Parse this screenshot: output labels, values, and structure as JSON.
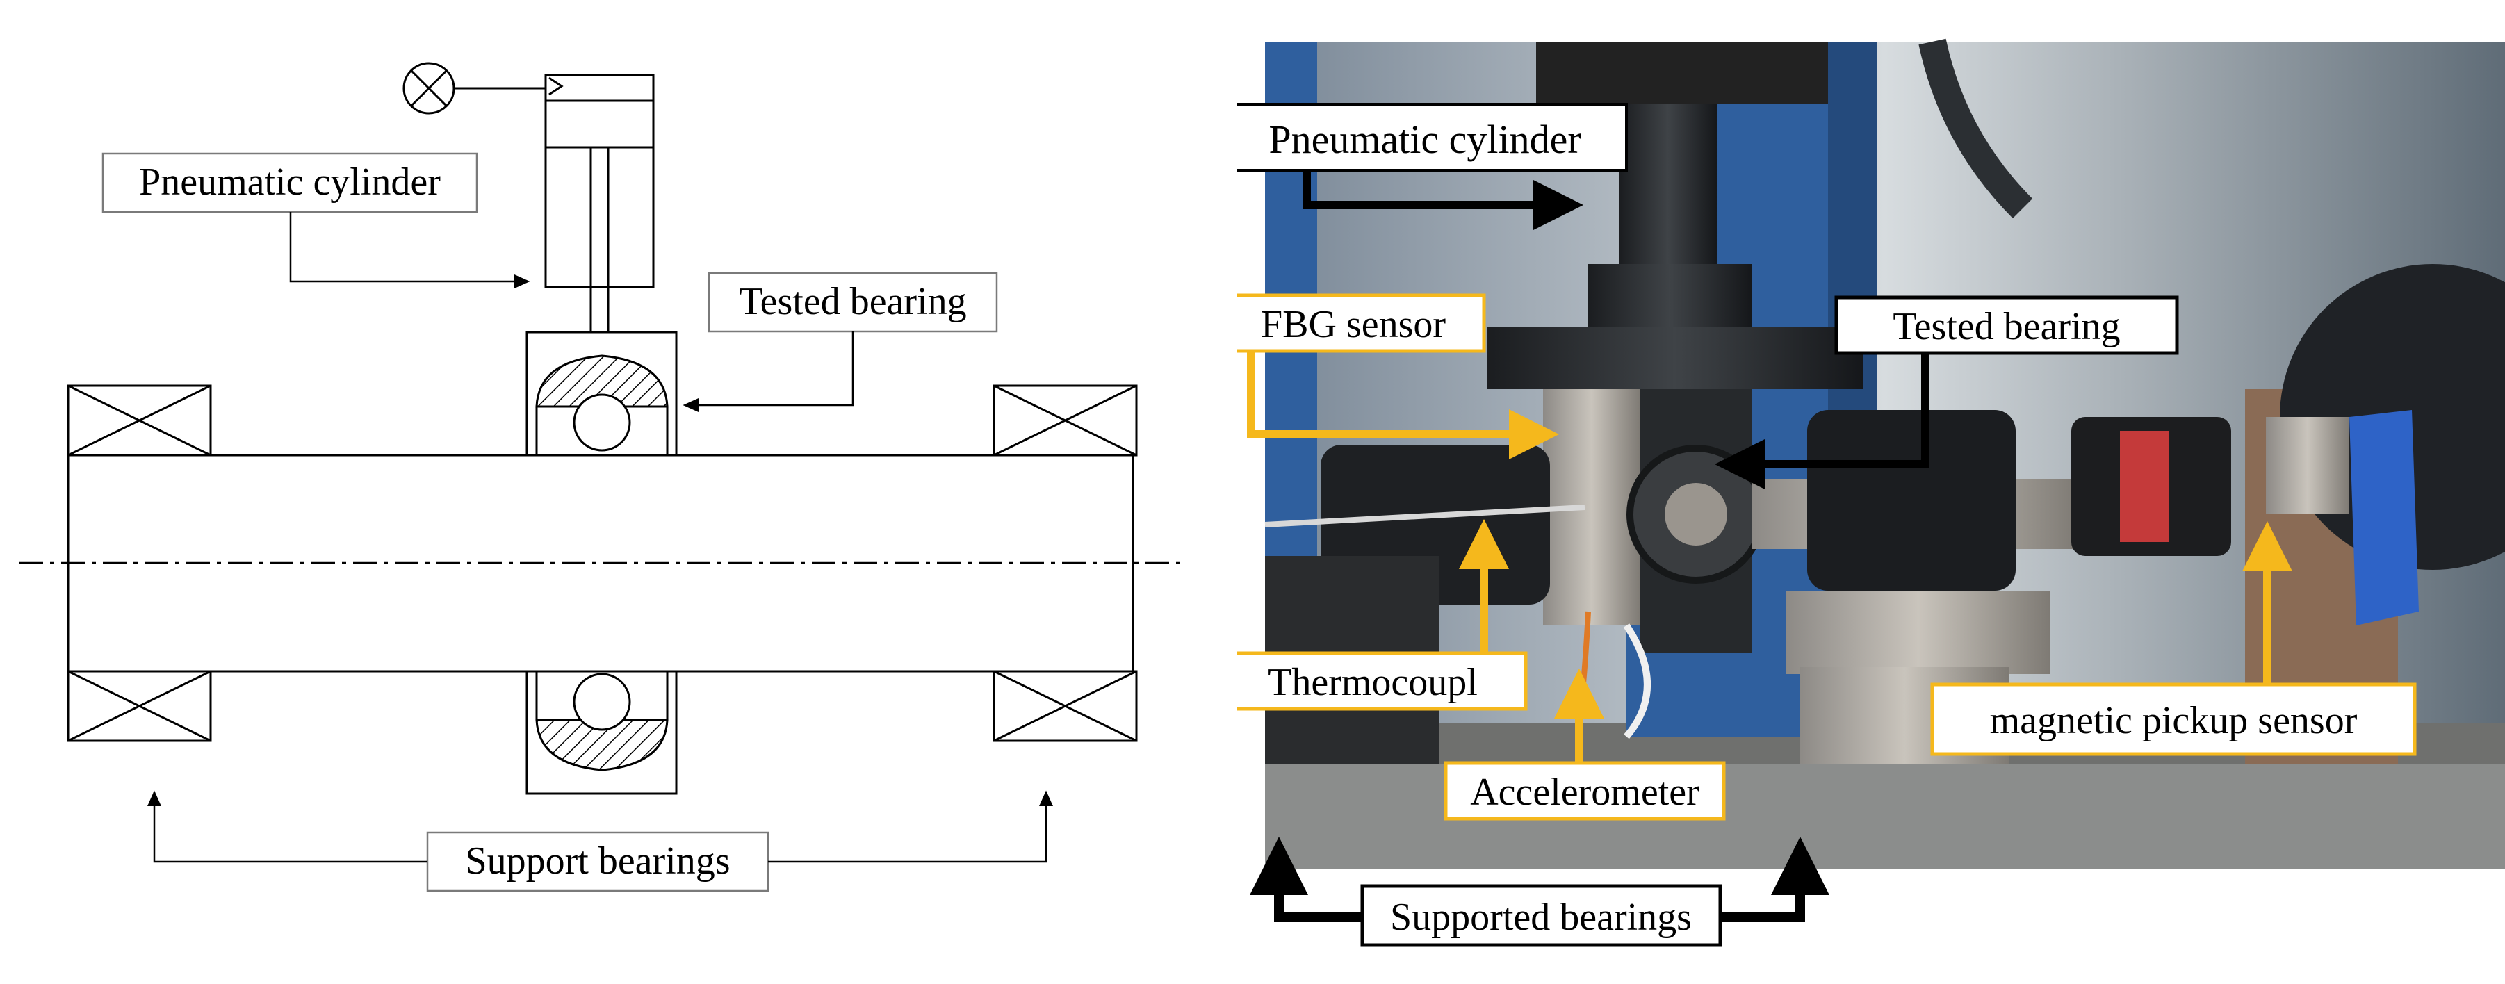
{
  "schematic": {
    "labels": {
      "pneumatic_cylinder": "Pneumatic cylinder",
      "tested_bearing": "Tested bearing",
      "support_bearings": "Support bearings"
    }
  },
  "photo": {
    "labels": {
      "pneumatic_cylinder": "Pneumatic cylinder",
      "fbg_sensor": "FBG sensor",
      "tested_bearing": "Tested bearing",
      "thermocouple": "Thermocoupl",
      "accelerometer": "Accelerometer",
      "magnetic_pickup": "magnetic pickup sensor",
      "supported_bearings": "Supported bearings"
    }
  },
  "colors": {
    "line": "#000000",
    "sensor_accent": "#f5b81c",
    "label_border_gray": "#7a7a7a",
    "photo_blue": "#2f5f9e"
  }
}
